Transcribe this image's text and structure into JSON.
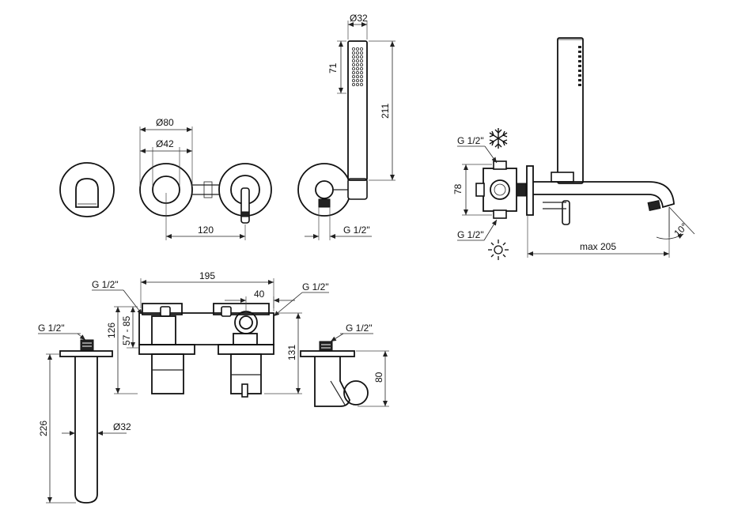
{
  "labels": {
    "d32_top": "Ø32",
    "d80": "Ø80",
    "d42": "Ø42",
    "h71": "71",
    "h211": "211",
    "w120": "120",
    "g12_front": "G 1/2\"",
    "g12_side_top": "G 1/2\"",
    "g12_side_bottom": "G 1/2\"",
    "h78": "78",
    "max205": "max 205",
    "angle10": "10°",
    "w195": "195",
    "w40": "40",
    "g12_bottom_left": "G 1/2\"",
    "g12_bottom_right": "G 1/2\"",
    "g12_spout": "G 1/2\"",
    "g12_holder": "G 1/2\"",
    "h57_85": "57 - 85",
    "h126": "126",
    "h131": "131",
    "h80": "80",
    "h226": "226",
    "d32_spout": "Ø32"
  },
  "icons": {
    "cold": "snowflake-icon",
    "hot": "sun-icon"
  }
}
